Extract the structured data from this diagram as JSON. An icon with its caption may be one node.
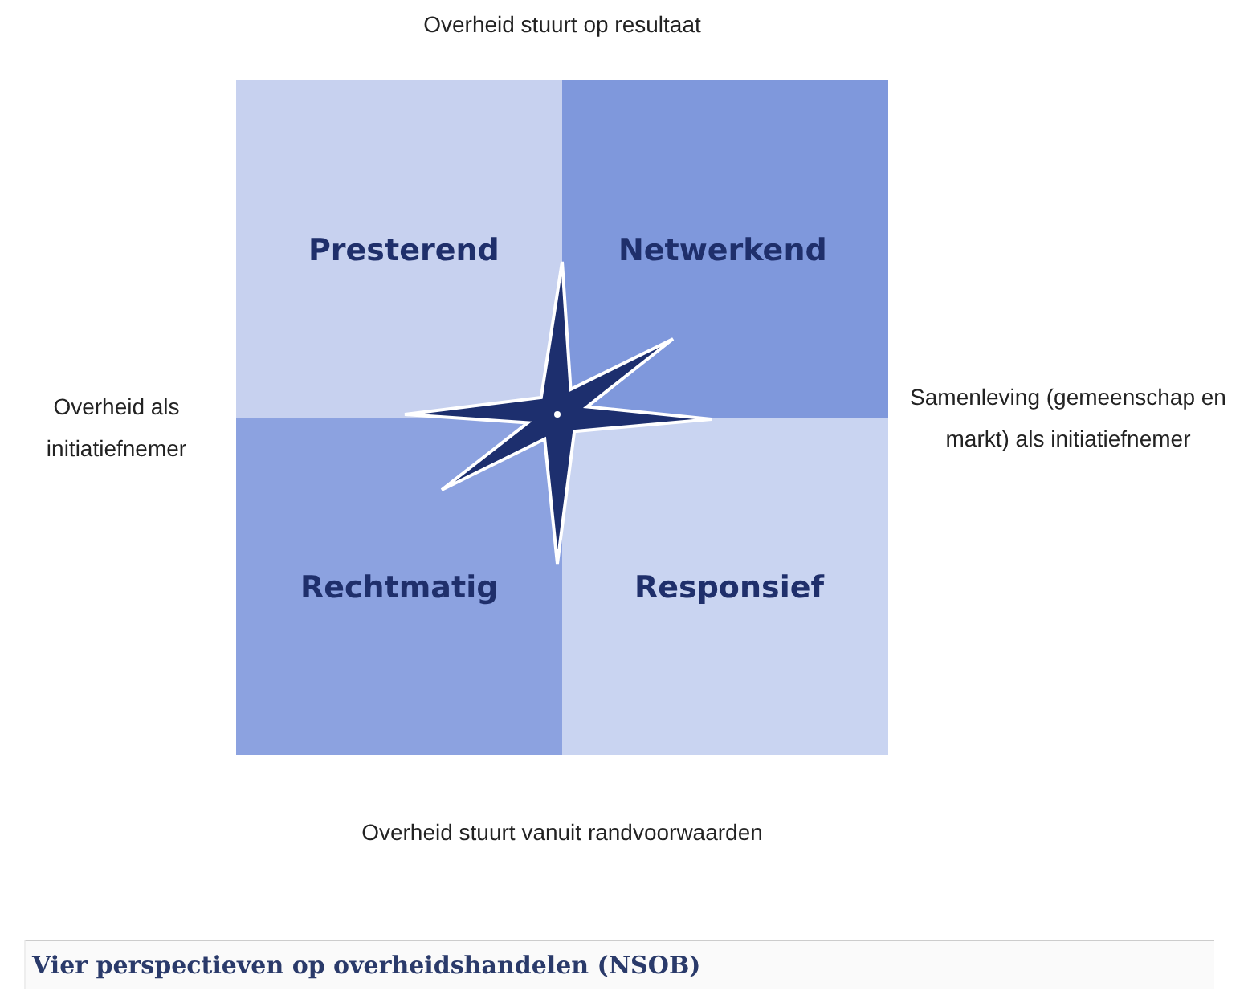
{
  "diagram": {
    "caption": "Vier perspectieven op overheidshandelen (NSOB)",
    "nodes": [
      {
        "text": [
          "Presterend"
        ]
      },
      {
        "text": [
          "Netwerkend"
        ]
      },
      {
        "text": [
          "Rechtmatig"
        ]
      },
      {
        "text": [
          "Responsief"
        ]
      }
    ],
    "labels": [
      "Overheid stuurt op resultaat",
      "Overheid als initiatiefnemer",
      "Samenleving (gemeenschap en markt) als initiatiefnemer",
      "Overheid stuurt vanuit randvoorwaarden"
    ]
  }
}
